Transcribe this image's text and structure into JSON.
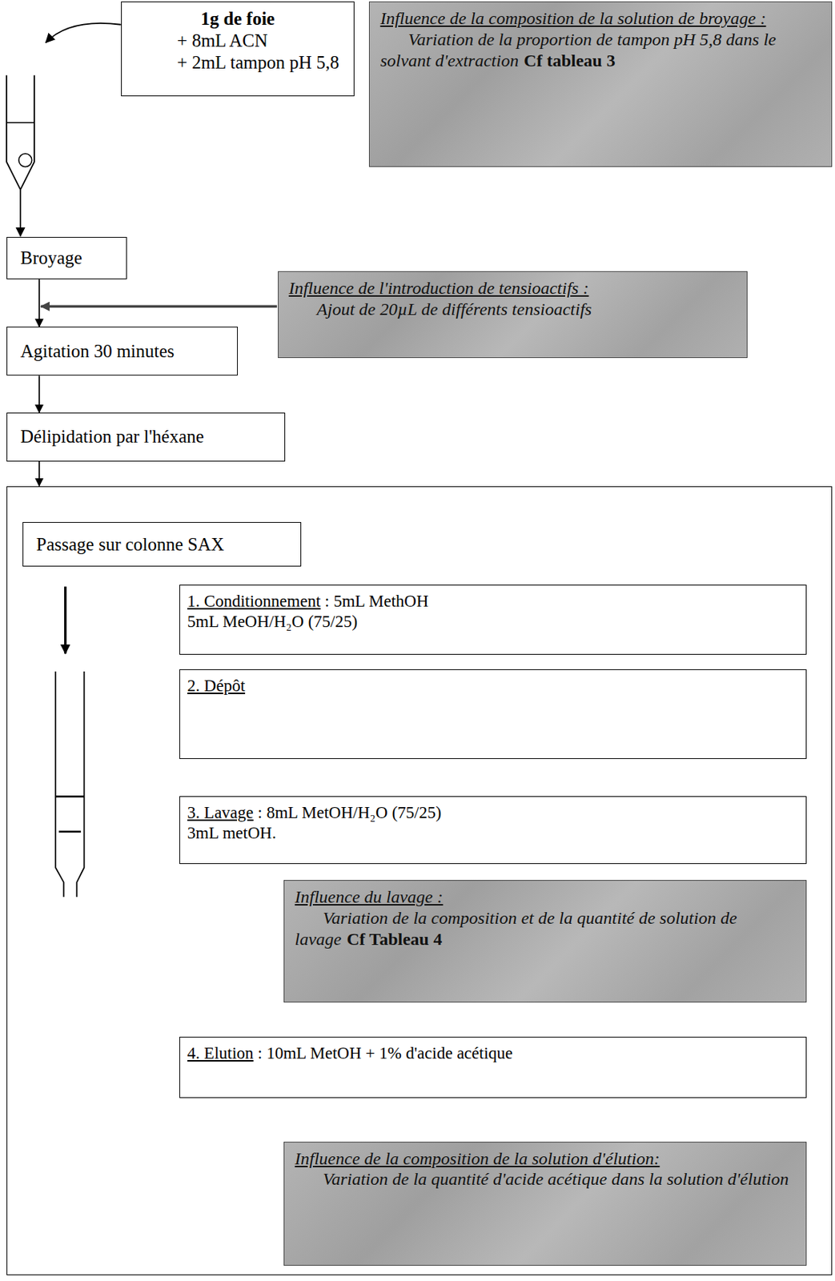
{
  "diagram": {
    "nodes": [
      {
        "text": [
          "1g de foie",
          "+ 8mL ACN",
          "+ 2mL tampon pH 5,8"
        ]
      },
      {
        "text": [
          "Influence de la composition de la solution de broyage :",
          "Variation de la proportion de tampon pH 5,8 dans le solvant d'extraction",
          "Cf tableau 3"
        ]
      },
      {
        "text": [
          "Broyage"
        ]
      },
      {
        "text": [
          "Influence de l'introduction de tensioactifs :",
          "Ajout de 20µL de différents tensioactifs"
        ]
      },
      {
        "text": [
          "Agitation 30 minutes"
        ]
      },
      {
        "text": [
          "Délipidation par l'héxane"
        ]
      },
      {
        "text": []
      },
      {
        "text": [
          "Passage sur colonne SAX"
        ],
        "in": 6
      },
      {
        "text": [
          "1. Conditionnement",
          ": 5mL MethOH",
          "5mL MeOH/H₂O (75/25)"
        ],
        "in": 6
      },
      {
        "text": [
          "2. Dépôt"
        ],
        "in": 6
      },
      {
        "text": [
          "3. Lavage",
          ": 8mL MetOH/H₂O (75/25)",
          "3mL metOH."
        ],
        "in": 6
      },
      {
        "text": [
          "Influence du lavage :",
          "Variation de la composition et de la quantité de solution de lavage",
          "Cf Tableau 4"
        ],
        "in": 6
      },
      {
        "text": [
          "4. Elution",
          ": 10mL MetOH + 1% d'acide acétique"
        ],
        "in": 6
      },
      {
        "text": [
          "Influence de la composition de la solution d'élution:",
          "Variation de la quantité d'acide acétique dans la solution d'élution"
        ],
        "in": 6
      }
    ],
    "edges": [
      {
        "from": 2,
        "to": 4,
        "arrow": "to"
      },
      {
        "from": 4,
        "to": 5,
        "arrow": "to"
      },
      {
        "from": 5,
        "to": 6,
        "arrow": "to"
      }
    ]
  }
}
